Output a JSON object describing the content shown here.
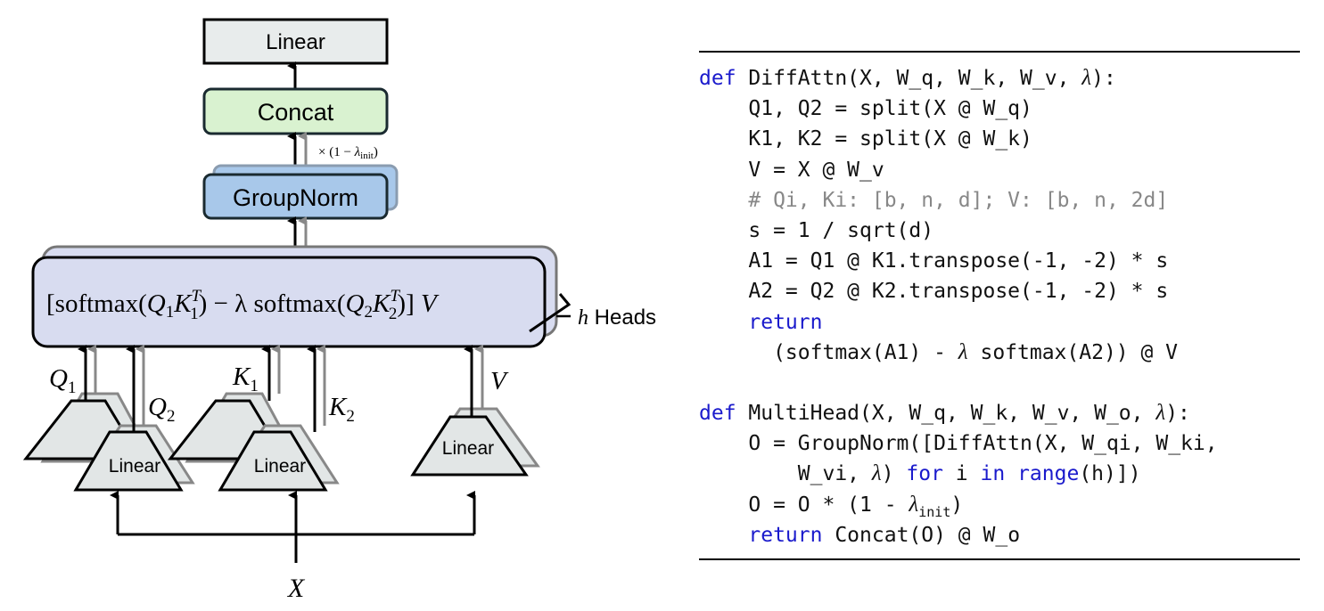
{
  "diagram": {
    "output_linear_label": "Linear",
    "concat_label": "Concat",
    "groupnorm_label": "GroupNorm",
    "scale_annotation": {
      "prefix": "× (1 − ",
      "symbol": "λ",
      "subscript": "init",
      "suffix": ")"
    },
    "attention_formula": {
      "part1": "[softmax(",
      "q1": "Q",
      "q1_sub": "1",
      "k1": "K",
      "k1_sub": "1",
      "k1_sup": "T",
      "mid": ") − λ softmax(",
      "q2": "Q",
      "q2_sub": "2",
      "k2": "K",
      "k2_sub": "2",
      "k2_sup": "T",
      "end": ")] ",
      "v": "V"
    },
    "heads_label": {
      "var": "h",
      "text": " Heads"
    },
    "projection_labels": {
      "q1": "Q",
      "q1_sub": "1",
      "q2": "Q",
      "q2_sub": "2",
      "k1": "K",
      "k1_sub": "1",
      "k2": "K",
      "k2_sub": "2",
      "v": "V"
    },
    "q_linear_label": "Linear",
    "k_linear_label": "Linear",
    "v_linear_label": "Linear",
    "input_label": "X",
    "colors": {
      "linear_fill": "#e8ecec",
      "concat_fill": "#d9f2d0",
      "groupnorm_fill": "#a8c8ea",
      "attention_fill": "#d8dcf0",
      "shadow_stroke": "#888888",
      "arrow_main": "#000000",
      "arrow_shadow": "#888888"
    }
  },
  "code": {
    "keyword_color": "#1a1acc",
    "comment_color": "#888888",
    "lines": [
      [
        {
          "t": "def",
          "k": "kw"
        },
        {
          "t": " DiffAttn(X, W_q, W_k, W_v, "
        },
        {
          "t": "λ",
          "k": "lam"
        },
        {
          "t": "):"
        }
      ],
      [
        {
          "t": "    Q1, Q2 = split(X @ W_q)"
        }
      ],
      [
        {
          "t": "    K1, K2 = split(X @ W_k)"
        }
      ],
      [
        {
          "t": "    V = X @ W_v"
        }
      ],
      [
        {
          "t": "    # Qi, Ki: [b, n, d]; V: [b, n, 2d]",
          "k": "cm"
        }
      ],
      [
        {
          "t": "    s = 1 / sqrt(d)"
        }
      ],
      [
        {
          "t": "    A1 = Q1 @ K1.transpose(-1, -2) * s"
        }
      ],
      [
        {
          "t": "    A2 = Q2 @ K2.transpose(-1, -2) * s"
        }
      ],
      [
        {
          "t": "    "
        },
        {
          "t": "return",
          "k": "kw"
        }
      ],
      [
        {
          "t": "      (softmax(A1) - "
        },
        {
          "t": "λ",
          "k": "lam"
        },
        {
          "t": " softmax(A2)) @ V"
        }
      ],
      [
        {
          "t": ""
        }
      ],
      [
        {
          "t": "def",
          "k": "kw"
        },
        {
          "t": " MultiHead(X, W_q, W_k, W_v, W_o, "
        },
        {
          "t": "λ",
          "k": "lam"
        },
        {
          "t": "):"
        }
      ],
      [
        {
          "t": "    O = GroupNorm([DiffAttn(X, W_qi, W_ki,"
        }
      ],
      [
        {
          "t": "        W_vi, "
        },
        {
          "t": "λ",
          "k": "lam"
        },
        {
          "t": ") "
        },
        {
          "t": "for",
          "k": "kw"
        },
        {
          "t": " i "
        },
        {
          "t": "in",
          "k": "kw"
        },
        {
          "t": " "
        },
        {
          "t": "range",
          "k": "kw"
        },
        {
          "t": "(h)])"
        }
      ],
      [
        {
          "t": "    O = O * (1 - "
        },
        {
          "t": "λ",
          "k": "lam"
        },
        {
          "t": "init",
          "k": "sub"
        },
        {
          "t": ")"
        }
      ],
      [
        {
          "t": "    "
        },
        {
          "t": "return",
          "k": "kw"
        },
        {
          "t": " Concat(O) @ W_o"
        }
      ]
    ]
  }
}
